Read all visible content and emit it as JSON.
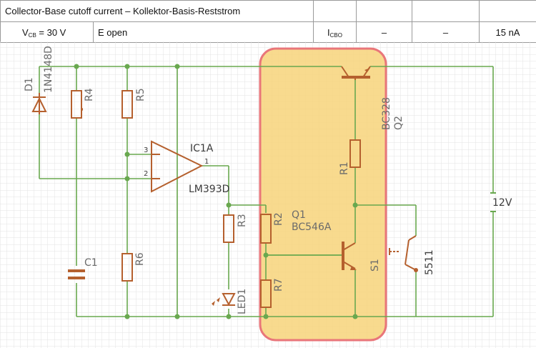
{
  "spec": {
    "title": "Collector-Base cutoff current – Kollektor-Basis-Reststrom",
    "condition_vcb_prefix": "V",
    "condition_vcb_sub": "CB",
    "condition_vcb_value": " = 30 V",
    "condition_emitter": "E open",
    "symbol_main": "I",
    "symbol_sub": "CBO",
    "min": "–",
    "typ": "–",
    "max": "15 nA"
  },
  "schematic": {
    "diode_name": "D1",
    "diode_value": "1N4148D",
    "r4": "R4",
    "r5": "R5",
    "r6": "R6",
    "c1": "C1",
    "ic_name": "IC1A",
    "ic_value": "LM393D",
    "pin_3": "3",
    "pin_2": "2",
    "pin_1": "1",
    "r3": "R3",
    "led": "LED1",
    "r2": "R2",
    "r7": "R7",
    "q1_name": "Q1",
    "q1_value": "BC546A",
    "q2_name": "Q2",
    "q2_value": "BC328",
    "r1": "R1",
    "s1_name": "S1",
    "s1_value": "5511",
    "supply": "12V"
  },
  "colors": {
    "wire": "#69a84f",
    "component": "#b5602e",
    "highlight_fill": "#f7d37a",
    "highlight_border": "#e9767a",
    "grid": "#e3e3e3"
  }
}
